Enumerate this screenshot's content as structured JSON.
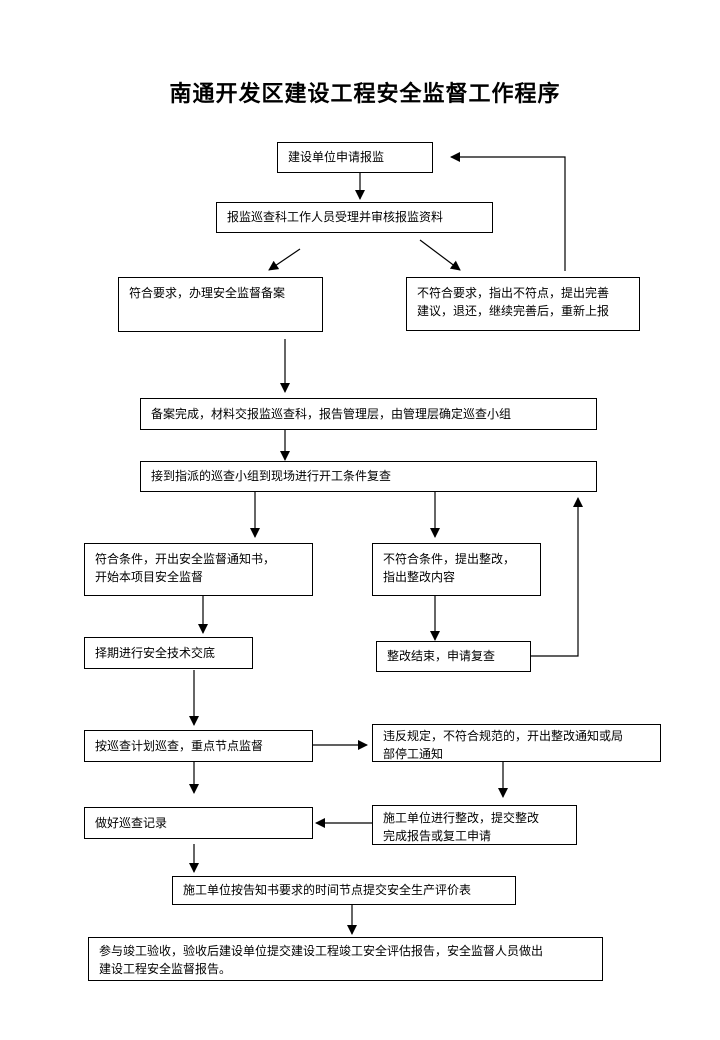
{
  "title": "南通开发区建设工程安全监督工作程序",
  "steps": {
    "apply": "建设单位申请报监",
    "accept": "报监巡查科工作人员受理并审核报监资料",
    "meet_req": "符合要求，办理安全监督备案",
    "not_meet_req_1": "不符合要求，指出不符点，提出完善",
    "not_meet_req_2": "建议，退还，继续完善后，重新上报",
    "filed": "备案完成，材料交报监巡查科，报告管理层，由管理层确定巡查小组",
    "recheck": "接到指派的巡查小组到现场进行开工条件复查",
    "meet_cond_1": "符合条件，开出安全监督通知书，",
    "meet_cond_2": "开始本项目安全监督",
    "not_meet_cond_1": "不符合条件，提出整改，",
    "not_meet_cond_2": "指出整改内容",
    "tech_brief": "择期进行安全技术交底",
    "rectify_done": "整改结束，申请复查",
    "patrol": "按巡查计划巡查，重点节点监督",
    "violation_1": "违反规定，不符合规范的，开出整改通知或局",
    "violation_2": "部停工通知",
    "record": "做好巡查记录",
    "contractor_fix_1": "施工单位进行整改，提交整改",
    "contractor_fix_2": "完成报告或复工申请",
    "eval_table": "施工单位按告知书要求的时间节点提交安全生产评价表",
    "final_1": "参与竣工验收，验收后建设单位提交建设工程竣工安全评估报告，安全监督人员做出",
    "final_2": "建设工程安全监督报告。"
  }
}
